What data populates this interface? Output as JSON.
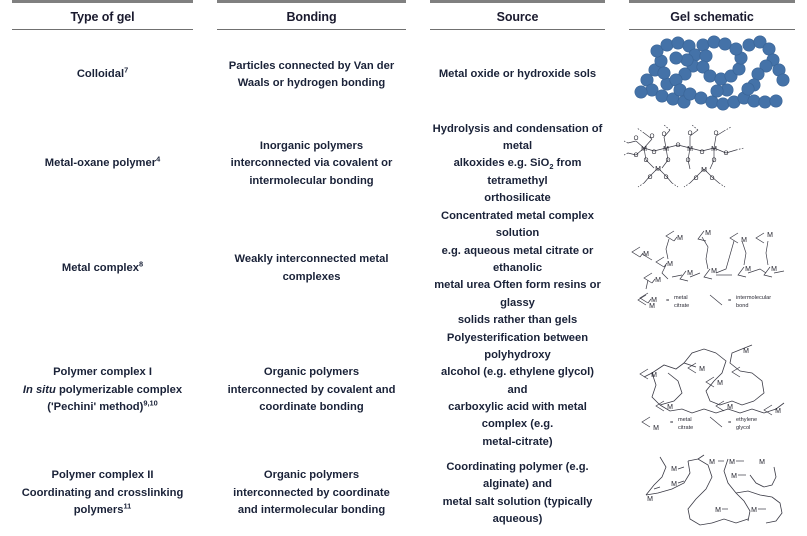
{
  "table": {
    "headers": [
      {
        "label": "Type of gel",
        "name": "type-of-gel"
      },
      {
        "label": "Bonding",
        "name": "bonding"
      },
      {
        "label": "Source",
        "name": "source"
      },
      {
        "label": "Gel schematic",
        "name": "gel-schematic"
      }
    ],
    "rows": [
      {
        "id": "colloidal",
        "type": {
          "name": "Colloidal",
          "ref": "7"
        },
        "bonding": "Particles connected by Van der Waals or hydrogen bonding",
        "bonding_lines": [
          "Particles connected by Van der",
          "Waals or hydrogen bonding"
        ],
        "source": "Metal oxide or hydroxide sols",
        "source_lines": [
          "Metal oxide or hydroxide sols"
        ],
        "schematic": "colloidal-particle-network"
      },
      {
        "id": "metal-oxane-polymer",
        "type": {
          "name": "Metal-oxane polymer",
          "ref": "4"
        },
        "bonding": "Inorganic polymers interconnected via covalent or intermolecular bonding",
        "bonding_lines": [
          "Inorganic polymers",
          "interconnected via covalent or",
          "intermolecular bonding"
        ],
        "source": "Hydrolysis and condensation of metal alkoxides e.g. SiO2 from tetramethyl orthosilicate",
        "source_lines": [
          "Hydrolysis and condensation of metal",
          "alkoxides e.g. SiO|2| from tetramethyl",
          "orthosilicate"
        ],
        "schematic": "metal-oxane-M-O-network"
      },
      {
        "id": "metal-complex",
        "type": {
          "name": "Metal complex",
          "ref": "8"
        },
        "bonding": "Weakly interconnected metal complexes",
        "bonding_lines": [
          "Weakly interconnected metal",
          "complexes"
        ],
        "source": "Concentrated metal complex solution e.g. aqueous metal citrate or ethanolic metal urea Often form resins or glassy solids rather than gels",
        "source_lines": [
          "Concentrated metal complex solution",
          "e.g. aqueous metal citrate or ethanolic",
          "metal urea Often form resins or glassy",
          "solids rather than gels"
        ],
        "schematic": "metal-complex-network",
        "legend": [
          {
            "symbol": "metal-citrate-wedge",
            "equals": "=",
            "label_lines": [
              "metal",
              "citrate"
            ]
          },
          {
            "symbol": "intermolecular-bond-line",
            "equals": "=",
            "label_lines": [
              "intermolecular",
              "bond"
            ]
          }
        ]
      },
      {
        "id": "polymer-complex-i",
        "type": {
          "name": "Polymer complex I",
          "lines": [
            {
              "text": "Polymer complex I",
              "italic_prefix": ""
            },
            {
              "text": "In situ polymerizable complex",
              "italic_prefix": "In situ"
            },
            {
              "text": "('Pechini' method)",
              "ref": "9,10"
            }
          ]
        },
        "bonding": "Organic polymers interconnected by covalent and coordinate bonding",
        "bonding_lines": [
          "Organic polymers",
          "interconnected by covalent and",
          "coordinate bonding"
        ],
        "source": "Polyesterification between polyhydroxy alcohol (e.g. ethylene glycol) and carboxylic acid with metal complex (e.g. metal-citrate)",
        "source_lines": [
          "Polyesterification between  polyhydroxy",
          "alcohol (e.g. ethylene glycol) and",
          "carboxylic acid with metal complex (e.g.",
          "metal-citrate)"
        ],
        "schematic": "polymer-complex-pechini-network",
        "legend": [
          {
            "symbol": "metal-citrate-wedge",
            "equals": "=",
            "label_lines": [
              "metal",
              "citrate"
            ]
          },
          {
            "symbol": "ethylene-glycol-line",
            "equals": "=",
            "label_lines": [
              "ethylene",
              "glycol"
            ]
          }
        ]
      },
      {
        "id": "polymer-complex-ii",
        "type": {
          "name": "Polymer complex II",
          "lines": [
            {
              "text": "Polymer complex II"
            },
            {
              "text": "Coordinating and crosslinking"
            },
            {
              "text": "polymers",
              "ref": "11"
            }
          ]
        },
        "bonding": "Organic polymers interconnected by coordinate and intermolecular bonding",
        "bonding_lines": [
          "Organic polymers",
          "interconnected by coordinate",
          "and intermolecular bonding"
        ],
        "source": "Coordinating polymer (e.g. alginate) and metal salt solution (typically aqueous)",
        "source_lines": [
          "Coordinating polymer (e.g. alginate) and",
          "metal salt solution (typically aqueous)"
        ],
        "schematic": "coordinating-crosslinking-polymer-network"
      }
    ]
  },
  "colors": {
    "particle_blue": "#4472A8",
    "particle_blue_stroke": "#3A6496",
    "rule_gray": "#808080",
    "text": "#1a2238"
  },
  "atom_labels": {
    "metal": "M",
    "oxygen": "O"
  }
}
